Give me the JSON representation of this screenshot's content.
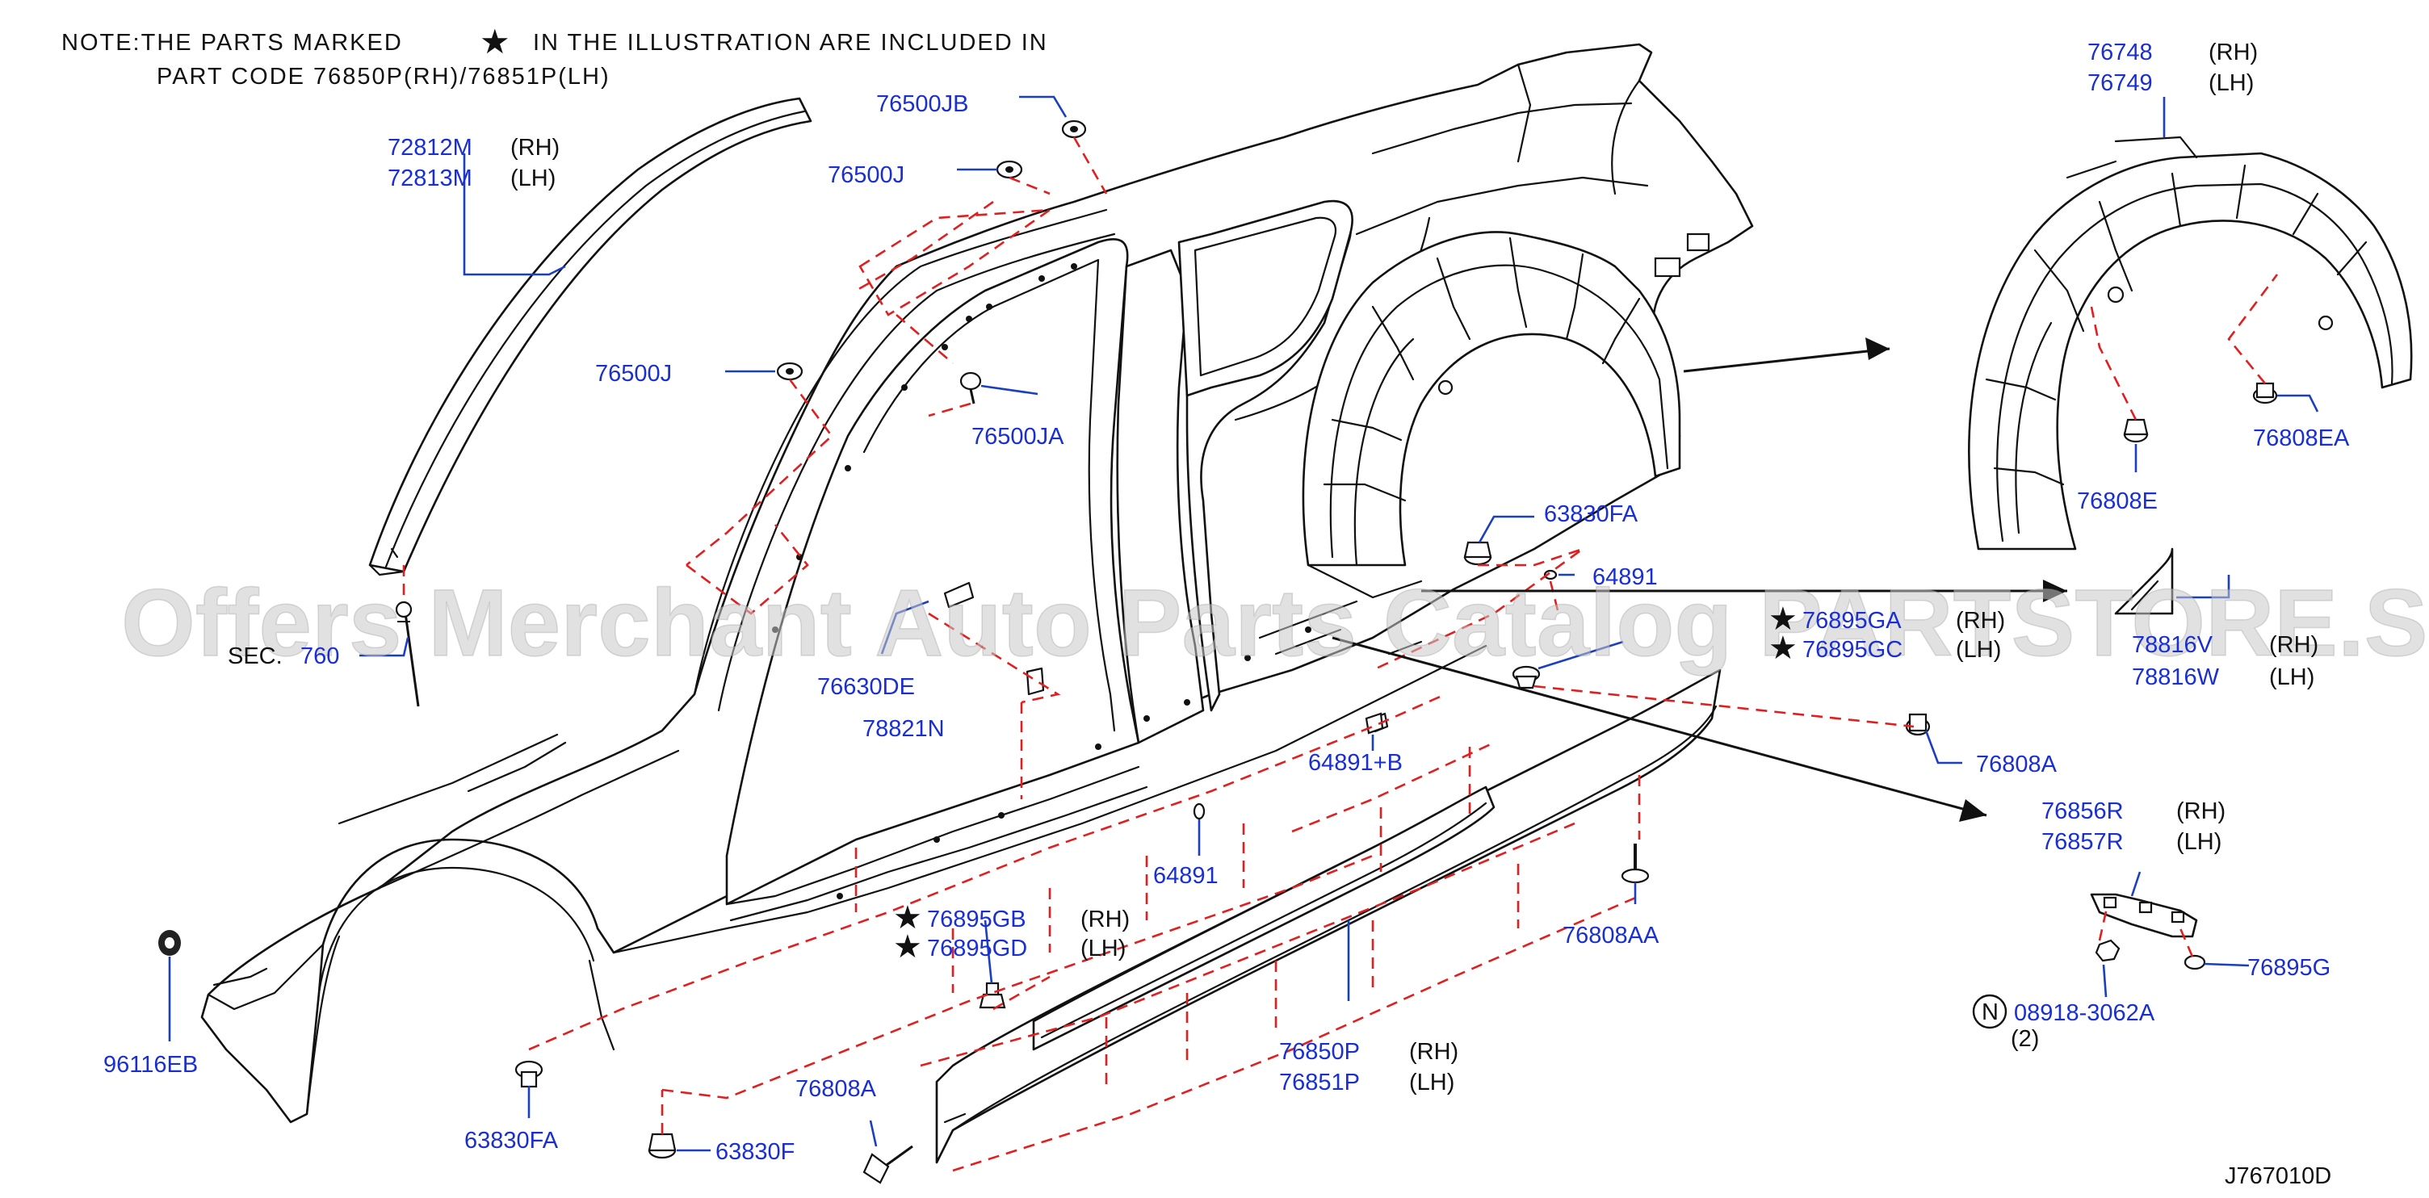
{
  "note": {
    "line1": "NOTE:THE  PARTS  MARKED",
    "symbol": "★",
    "line1b": "IN  THE  ILLUSTRATION  ARE  INCLUDED  IN",
    "line2": "PART  CODE   76850P(RH)/76851P(LH)"
  },
  "watermark": "Offers Merchant Auto Parts Catalog PARTSTORE.SA",
  "diagram_code": "J767010D",
  "labels": {
    "p72812M": "72812M",
    "p72812M_side": "(RH)",
    "p72813M": "72813M",
    "p72813M_side": "(LH)",
    "p76500JB": "76500JB",
    "p76500J_a": "76500J",
    "p76500J_b": "76500J",
    "p76500JA": "76500JA",
    "sec": "SEC.",
    "sec_num": "760",
    "p76630DE": "76630DE",
    "p78821N": "78821N",
    "p96116EB": "96116EB",
    "p63830FA_a": "63830FA",
    "p63830F": "63830F",
    "p76808A_a": "76808A",
    "p76895GB": "76895GB",
    "p76895GB_side": "(RH)",
    "p76895GD": "76895GD",
    "p76895GD_side": "(LH)",
    "p64891_a": "64891",
    "p64891B": "64891+B",
    "p64891_b": "64891",
    "p63830FA_b": "63830FA",
    "p76895GA": "76895GA",
    "p76895GA_side": "(RH)",
    "p76895GC": "76895GC",
    "p76895GC_side": "(LH)",
    "p76808A_b": "76808A",
    "p76808AA": "76808AA",
    "p76850P": "76850P",
    "p76850P_side": "(RH)",
    "p76851P": "76851P",
    "p76851P_side": "(LH)",
    "p76748": "76748",
    "p76748_side": "(RH)",
    "p76749": "76749",
    "p76749_side": "(LH)",
    "p76808E": "76808E",
    "p76808EA": "76808EA",
    "p78816V": "78816V",
    "p78816V_side": "(RH)",
    "p78816W": "78816W",
    "p78816W_side": "(LH)",
    "p76856R": "76856R",
    "p76856R_side": "(RH)",
    "p76857R": "76857R",
    "p76857R_side": "(LH)",
    "p76895G": "76895G",
    "nut_symbol": "N",
    "p08918": "08918-3062A",
    "p08918_qty": "(2)"
  },
  "colors": {
    "part_number": "#1a2fd0",
    "leader": "#1a3fc0",
    "dashed_guide": "#e02020",
    "outline": "#111111"
  }
}
